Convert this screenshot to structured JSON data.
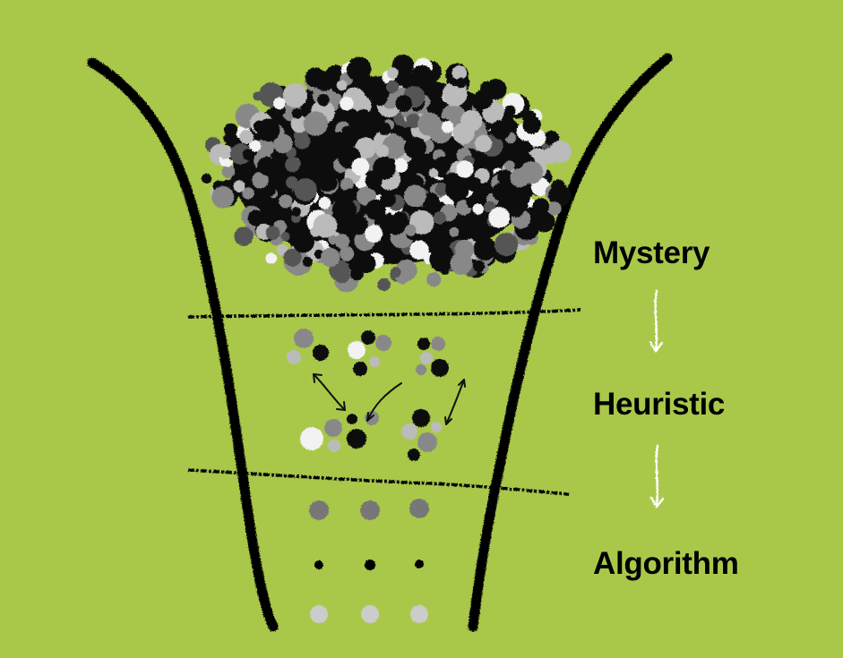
{
  "colors": {
    "background": "#a9c84a",
    "ink": "#000000",
    "dot_black": "#111111",
    "dot_dark_gray": "#555555",
    "dot_mid_gray": "#888888",
    "dot_light_gray": "#bbbbbb",
    "dot_white": "#f2f2f2",
    "arrow_white": "#ffffff"
  },
  "stages": [
    {
      "label": "Mystery"
    },
    {
      "label": "Heuristic"
    },
    {
      "label": "Algorithm"
    }
  ],
  "icons": {
    "stage_arrow": "arrow-down-icon"
  }
}
